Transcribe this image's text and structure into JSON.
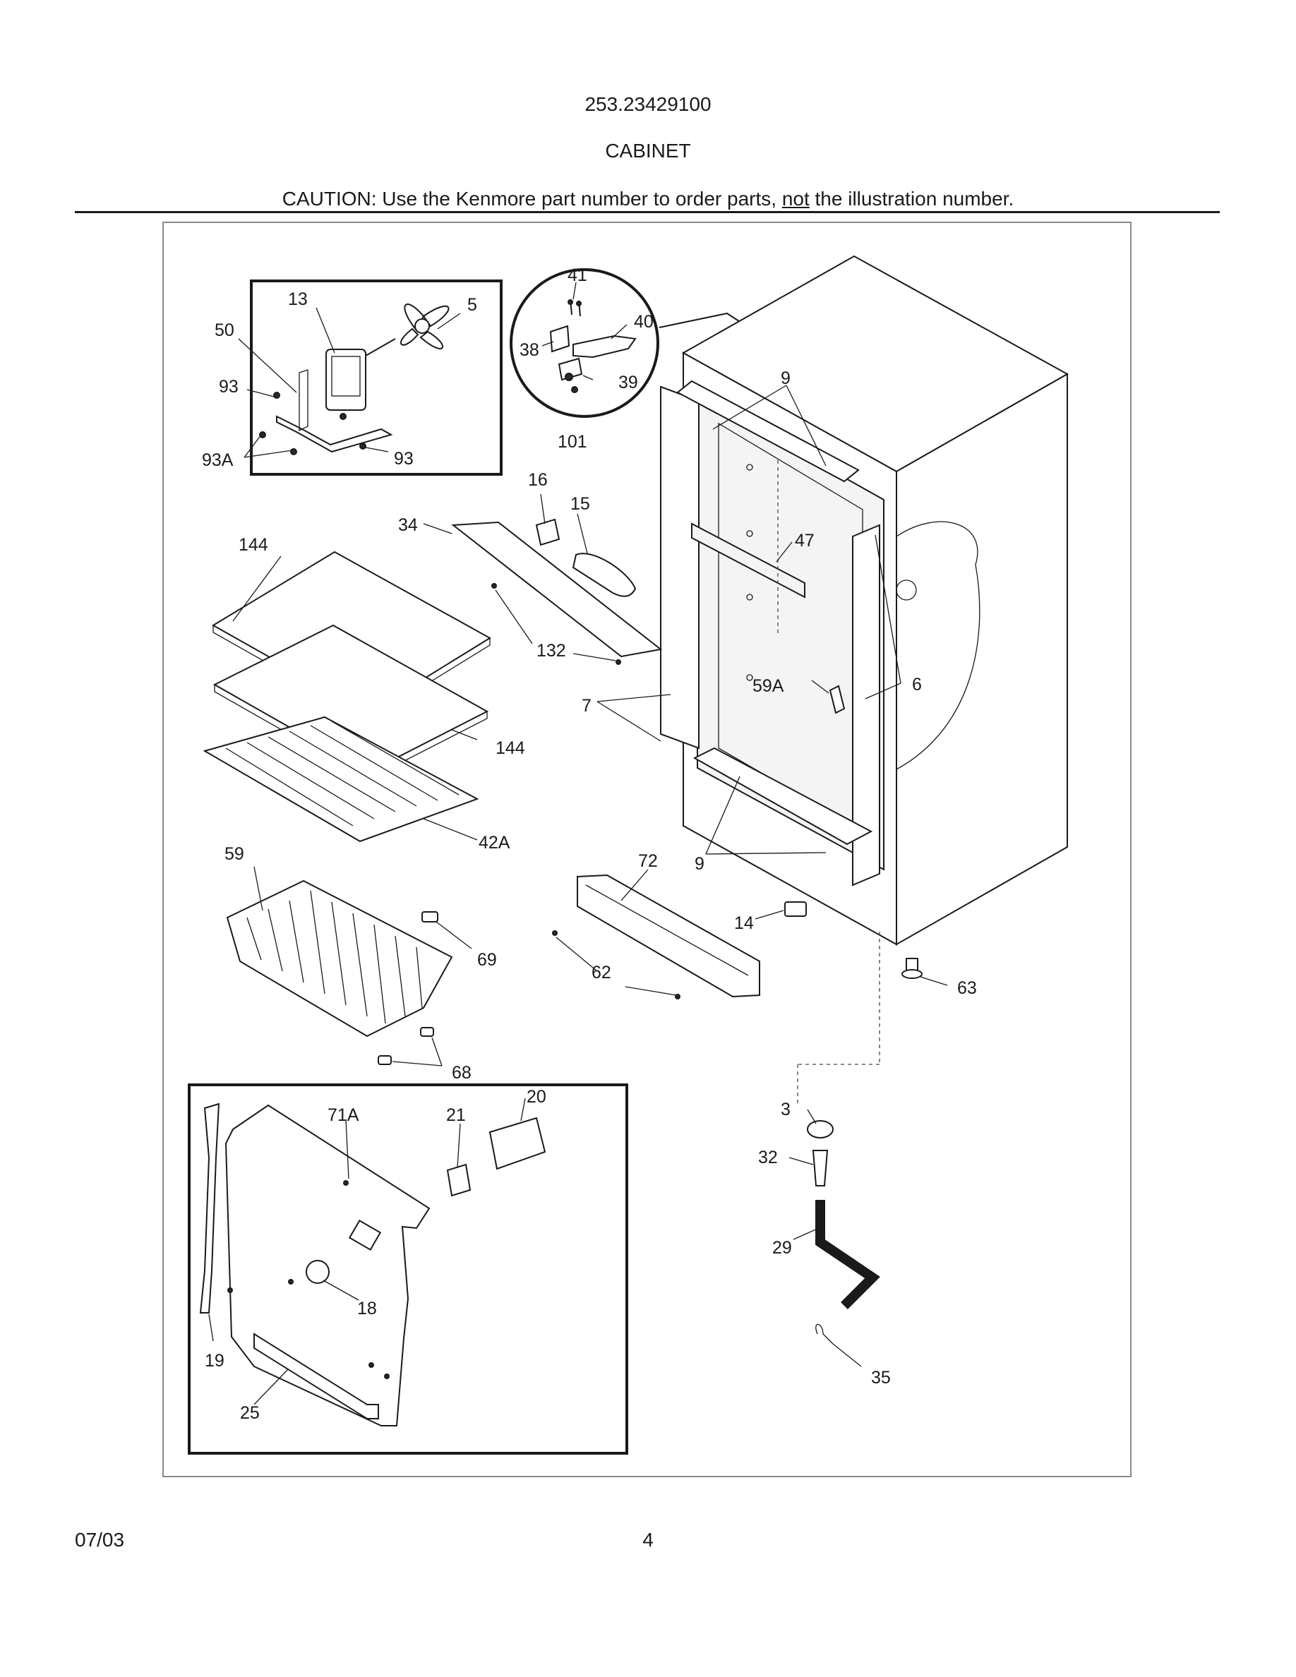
{
  "header": {
    "model": "253.23429100",
    "section": "CABINET",
    "caution_pre": "CAUTION: Use the Kenmore part number to order parts, ",
    "caution_not": "not",
    "caution_post": " the illustration number."
  },
  "footer": {
    "date": "07/03",
    "page": "4"
  },
  "callouts": {
    "c41": "41",
    "c40": "40",
    "c38": "38",
    "c39": "39",
    "c101": "101",
    "c13": "13",
    "c5": "5",
    "c50": "50",
    "c93a": "93",
    "c93b": "93",
    "c93A": "93A",
    "c9a": "9",
    "c9b": "9",
    "c16": "16",
    "c15": "15",
    "c34": "34",
    "c144a": "144",
    "c144b": "144",
    "c47": "47",
    "c132": "132",
    "c59A": "59A",
    "c6": "6",
    "c7": "7",
    "c42A": "42A",
    "c59": "59",
    "c72": "72",
    "c14": "14",
    "c69": "69",
    "c62": "62",
    "c63": "63",
    "c68": "68",
    "c20": "20",
    "c71A": "71A",
    "c21": "21",
    "c3": "3",
    "c32": "32",
    "c29": "29",
    "c18": "18",
    "c19": "19",
    "c35": "35",
    "c25": "25"
  }
}
